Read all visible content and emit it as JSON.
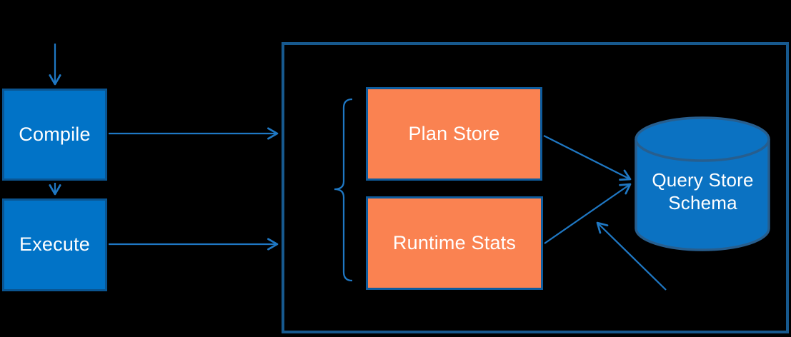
{
  "diagram": {
    "background_color": "#000000",
    "nodes": {
      "compile": {
        "label": "Compile",
        "shape": "rectangle",
        "fill": "#0173C7"
      },
      "execute": {
        "label": "Execute",
        "shape": "rectangle",
        "fill": "#0173C7"
      },
      "plan_store": {
        "label": "Plan Store",
        "shape": "rectangle",
        "fill": "#FA8251"
      },
      "runtime_stats": {
        "label": "Runtime Stats",
        "shape": "rectangle",
        "fill": "#FA8251"
      },
      "query_store_schema": {
        "label": "Query Store Schema",
        "lines": [
          "Query Store",
          "Schema"
        ],
        "shape": "database-cylinder",
        "fill": "#0B72C2"
      },
      "container": {
        "label": "",
        "shape": "outlined-rectangle"
      },
      "brace": {
        "shape": "left-curly-brace",
        "groups": [
          "plan_store",
          "runtime_stats"
        ]
      }
    },
    "edges": [
      {
        "source": "offscreen-top",
        "target": "compile",
        "arrowhead": "open"
      },
      {
        "source": "compile",
        "target": "execute",
        "arrowhead": "open"
      },
      {
        "source": "compile",
        "target": "container",
        "arrowhead": "open"
      },
      {
        "source": "execute",
        "target": "container",
        "arrowhead": "open"
      },
      {
        "source": "plan_store",
        "target": "query_store_schema",
        "arrowhead": "open"
      },
      {
        "source": "runtime_stats",
        "target": "query_store_schema",
        "arrowhead": "open"
      },
      {
        "source": "offscreen-bottom-right",
        "target": "query_store_schema",
        "arrowhead": "open"
      }
    ],
    "colors": {
      "bg": "#000000",
      "node_blue_fill": "#0173C7",
      "node_blue_border": "#0A5592",
      "node_orange_fill": "#FA8251",
      "node_orange_border": "#0E5C9E",
      "container_border": "#17598E",
      "arrow": "#1F78C4",
      "cylinder_fill": "#0B72C2",
      "cylinder_border": "#275E8E",
      "label_text": "#FFFFFF"
    }
  }
}
